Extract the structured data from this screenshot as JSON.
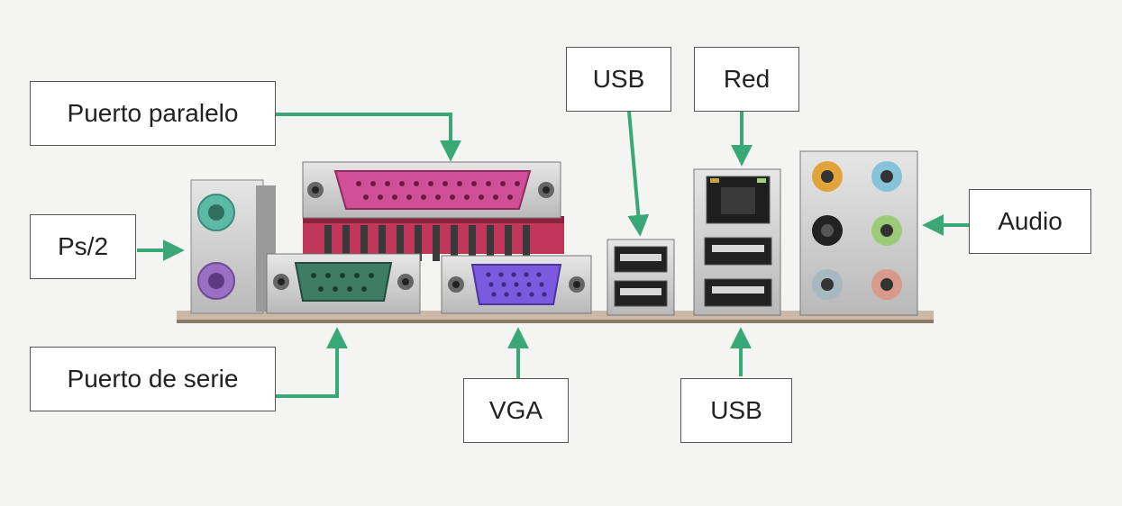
{
  "labels": {
    "parallel": "Puerto paralelo",
    "ps2": "Ps/2",
    "serial": "Puerto de serie",
    "vga": "VGA",
    "usb_top": "USB",
    "network": "Red",
    "audio": "Audio",
    "usb_bottom": "USB"
  },
  "colors": {
    "arrow": "#3aa876",
    "ps2_keyboard": "#5bb9a6",
    "ps2_mouse": "#9a6fc4",
    "parallel": "#d14f97",
    "serial": "#3f7c66",
    "vga": "#7a5be0",
    "red_bracket": "#c0365a",
    "audio_orange": "#e2a43a",
    "audio_blue": "#86c3d6",
    "audio_black": "#222222",
    "audio_green": "#9ccc7a",
    "audio_grey": "#a8b8c0",
    "audio_pink": "#d89a8a"
  }
}
